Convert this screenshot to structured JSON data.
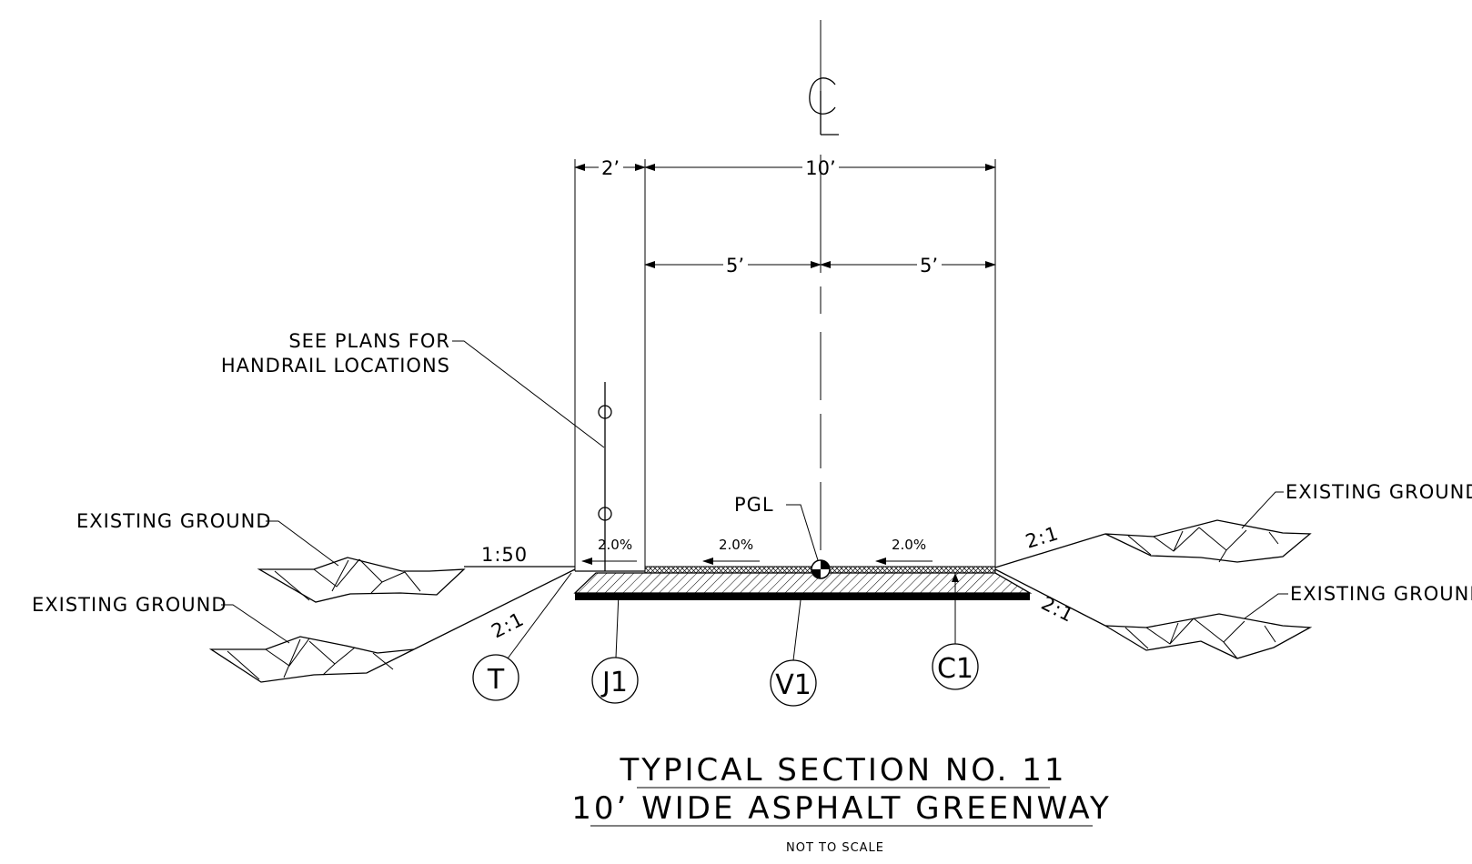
{
  "centerline_symbol": "C",
  "dimensions": {
    "d_2": "2’",
    "d_10": "10’",
    "d_5_left": "5’",
    "d_5_right": "5’"
  },
  "notes": {
    "handrail_line1": "SEE PLANS FOR",
    "handrail_line2": "HANDRAIL LOCATIONS",
    "pgl": "PGL"
  },
  "ground_labels": {
    "left_upper": "EXISTING GROUND",
    "left_lower": "EXISTING GROUND",
    "right_upper": "EXISTING GROUND",
    "right_lower": "EXISTING GROUND"
  },
  "slopes": {
    "left_flat": "1:50",
    "left_side": "2:1",
    "right_upper": "2:1",
    "right_lower": "2:1",
    "cross_left_shoulder": "2.0%",
    "cross_left": "2.0%",
    "cross_right": "2.0%"
  },
  "callouts": {
    "t": "T",
    "j1": "J1",
    "v1": "V1",
    "c1": "C1"
  },
  "title": {
    "line1": "TYPICAL SECTION NO. 11",
    "line2": "10’ WIDE ASPHALT GREENWAY",
    "scale": "NOT TO SCALE"
  }
}
